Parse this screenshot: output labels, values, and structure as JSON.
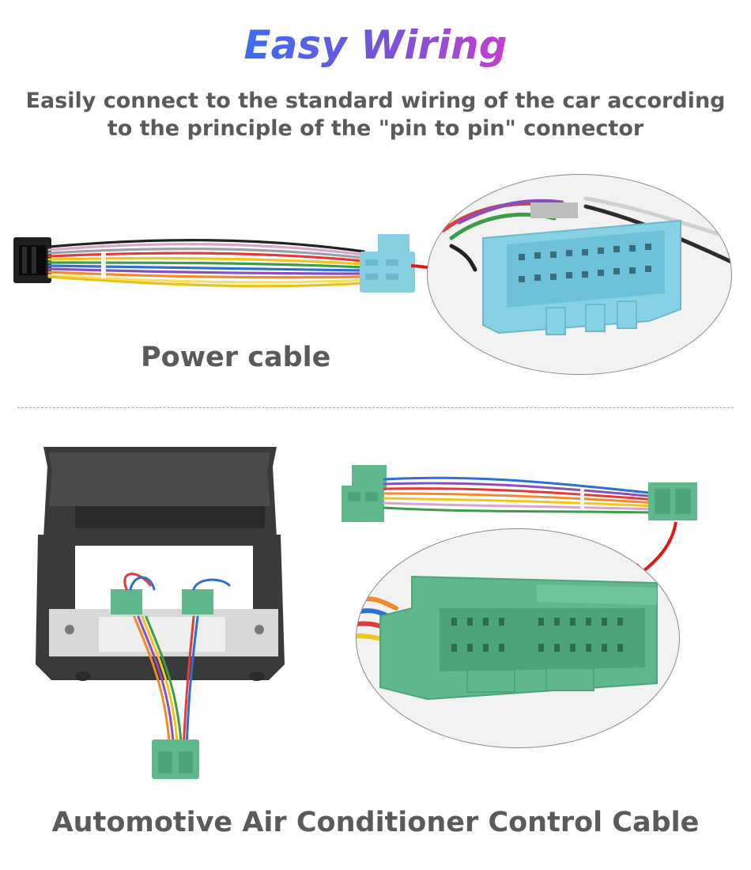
{
  "heading": {
    "title": "Easy Wiring"
  },
  "intro": {
    "line1": "Easily connect to the standard wiring of the car according",
    "line2": "to the principle of the \"pin to pin\" connector"
  },
  "power_section": {
    "caption": "Power cable",
    "cable_icon": "power-harness-cable-icon",
    "connector_color": "#86cfe0"
  },
  "ac_section": {
    "caption": "Automotive Air Conditioner Control Cable",
    "cable_icon": "ac-harness-cable-icon",
    "panel_icon": "ac-control-panel-icon",
    "connector_color": "#5fb78c"
  },
  "colors": {
    "title_gradient_start": "#3b6df0",
    "title_gradient_end": "#c23fd0",
    "text": "#5a5a5a",
    "arrow": "#e01818"
  }
}
